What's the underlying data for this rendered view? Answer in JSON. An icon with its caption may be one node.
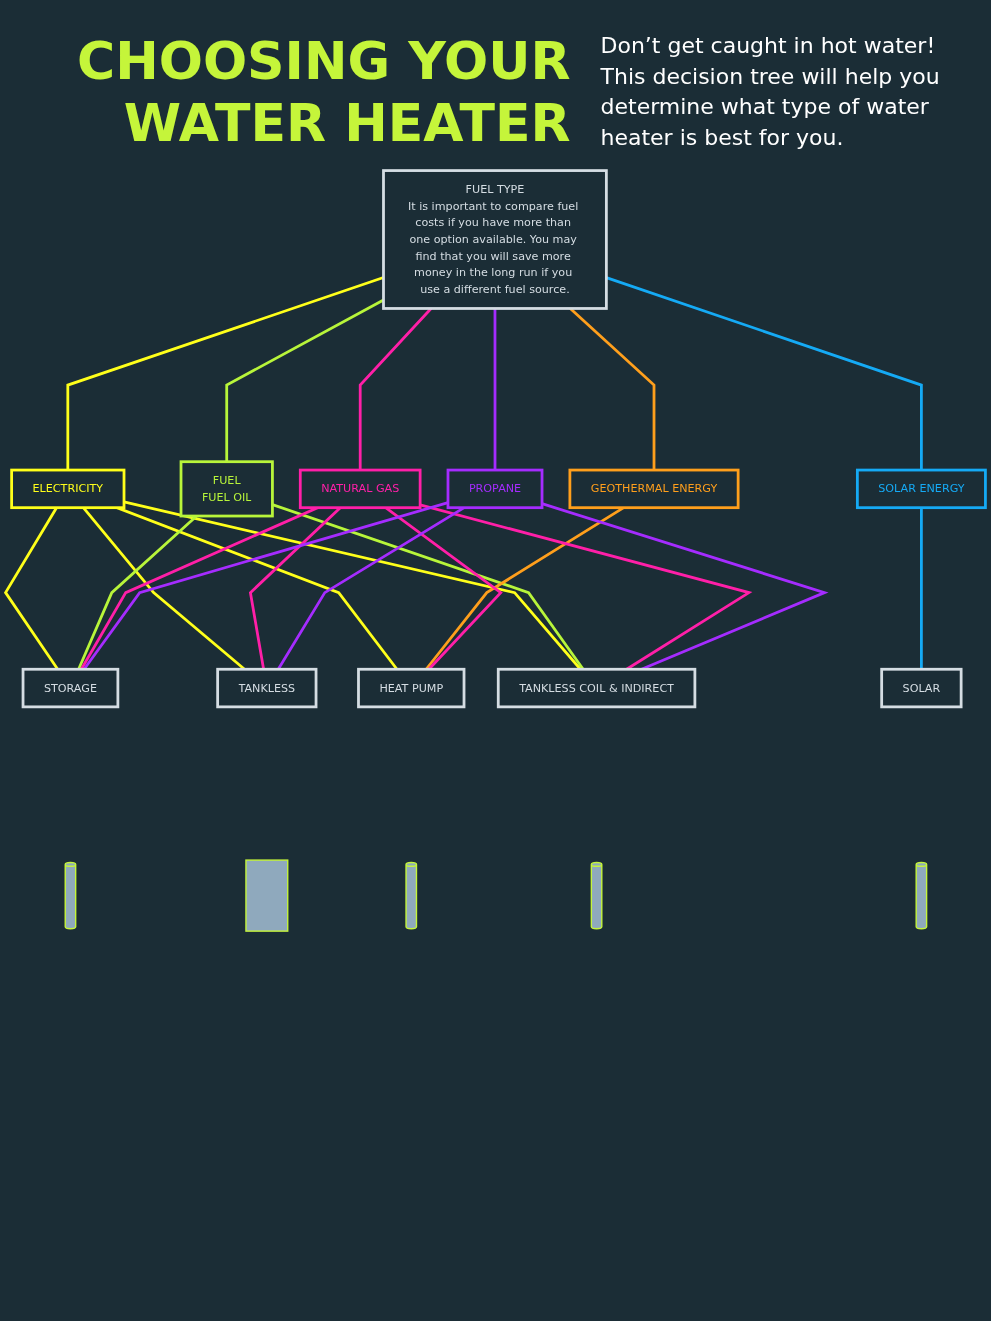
{
  "diagram": {
    "title": "CHOOSING YOUR WATER HEATER",
    "nodes": [
      {
        "text": [
          "FUEL TYPE",
          "It is important to compare fuel costs if you have more than one option available. You may find that you will save more money in the long run if you use a different fuel source."
        ]
      },
      {
        "text": [
          "ELECTRICITY"
        ]
      },
      {
        "text": [
          "FUEL",
          "FUEL OIL"
        ]
      },
      {
        "text": [
          "GEOTHERMAL ENERGY"
        ]
      },
      {
        "text": [
          "NATURAL GAS"
        ]
      },
      {
        "text": [
          "PROPANE"
        ]
      },
      {
        "text": [
          "SOLAR ENERGY"
        ]
      },
      {
        "text": [
          "STORAGE"
        ]
      },
      {
        "text": [
          "TANKLESS"
        ]
      },
      {
        "text": [
          "HEAT PUMP"
        ]
      },
      {
        "text": [
          "TANKLESS COIL & INDIRECT"
        ]
      },
      {
        "text": [
          "SOLAR"
        ]
      },
      {
        "text": [],
        "shape": "cylinder"
      },
      {
        "text": [],
        "shape": "box"
      },
      {
        "text": [],
        "shape": "cylinder"
      },
      {
        "text": [],
        "shape": "cylinder"
      },
      {
        "text": [],
        "shape": "cylinder"
      }
    ],
    "edges": [
      {
        "from": 0,
        "to": 1,
        "arrow": "none",
        "color": "#ffff1a"
      },
      {
        "from": 0,
        "to": 2,
        "arrow": "none",
        "color": "#b8f53a"
      },
      {
        "from": 0,
        "to": 3,
        "arrow": "none",
        "color": "#ff9f1c"
      },
      {
        "from": 0,
        "to": 4,
        "arrow": "none",
        "color": "#ff1fa8"
      },
      {
        "from": 0,
        "to": 5,
        "arrow": "none",
        "color": "#a52cff"
      },
      {
        "from": 0,
        "to": 6,
        "arrow": "none",
        "color": "#15aaf5"
      },
      {
        "from": 1,
        "to": 7,
        "arrow": "none",
        "color": "#ffff1a"
      },
      {
        "from": 1,
        "to": 8,
        "arrow": "none",
        "color": "#ffff1a"
      },
      {
        "from": 1,
        "to": 9,
        "arrow": "none",
        "color": "#ffff1a"
      },
      {
        "from": 1,
        "to": 10,
        "arrow": "none",
        "color": "#ffff1a"
      },
      {
        "from": 2,
        "to": 7,
        "arrow": "none",
        "color": "#b8f53a"
      },
      {
        "from": 2,
        "to": 10,
        "arrow": "none",
        "color": "#b8f53a"
      },
      {
        "from": 3,
        "to": 9,
        "arrow": "none",
        "color": "#ff9f1c"
      },
      {
        "from": 4,
        "to": 7,
        "arrow": "none",
        "color": "#ff1fa8"
      },
      {
        "from": 4,
        "to": 8,
        "arrow": "none",
        "color": "#ff1fa8"
      },
      {
        "from": 4,
        "to": 9,
        "arrow": "none",
        "color": "#ff1fa8"
      },
      {
        "from": 4,
        "to": 10,
        "arrow": "none",
        "color": "#ff1fa8"
      },
      {
        "from": 5,
        "to": 7,
        "arrow": "none",
        "color": "#a52cff"
      },
      {
        "from": 5,
        "to": 8,
        "arrow": "none",
        "color": "#a52cff"
      },
      {
        "from": 5,
        "to": 10,
        "arrow": "none",
        "color": "#a52cff"
      },
      {
        "from": 6,
        "to": 11,
        "arrow": "none",
        "color": "#15aaf5"
      }
    ],
    "labels": [
      "Don’t get caught in hot water! This decision tree will help you determine what type of water heater is best for you."
    ]
  }
}
